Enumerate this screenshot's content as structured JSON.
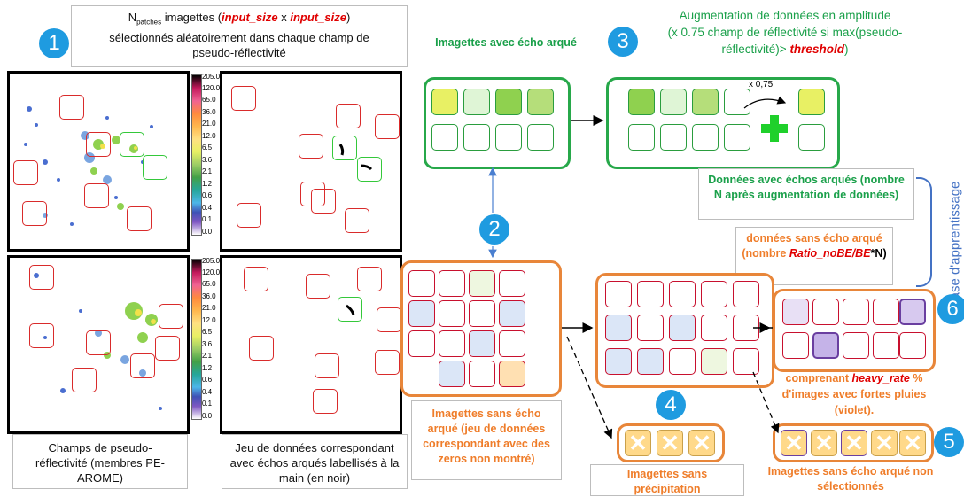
{
  "step1": {
    "number": "1",
    "text_a": "N",
    "text_sub": "patches",
    "text_b": " imagettes (",
    "input1": "input_size",
    "text_x": " x ",
    "input2": "input_size",
    "text_c": ")",
    "line2": "sélectionnés aléatoirement dans chaque champ de",
    "line3": "pseudo-réflectivité"
  },
  "step2": {
    "number": "2"
  },
  "step3": {
    "number": "3",
    "line1": "Augmentation de données en amplitude",
    "line2a": "(x 0.75 champ de réflectivité si max(pseudo-",
    "line3a": "réflectivité)> ",
    "threshold": "threshold",
    "line3b": ")"
  },
  "step4": {
    "number": "4"
  },
  "step5": {
    "number": "5"
  },
  "step6": {
    "number": "6"
  },
  "labels": {
    "bow_echo_tiles": "Imagettes avec écho arqué",
    "scale_factor": "x 0,75",
    "data_with_bow": "Données avec échos arqués (nombre N après augmentation de données)",
    "data_without_bow_a": "données sans écho arqué (nombre ",
    "ratio": "Ratio_noBE/BE",
    "data_without_bow_b": "*N)",
    "learning_base": "Base d'apprentissage",
    "heavy_a": "comprenant ",
    "heavy_rate": "heavy_rate",
    "heavy_b": " % d'images avec fortes pluies (violet).",
    "no_bow_tiles": "Imagettes sans écho arqué (jeu de données correspondant avec des zeros non montré)",
    "no_precip": "Imagettes sans précipitation",
    "not_selected": "Imagettes sans écho arqué non sélectionnés",
    "fields_caption": "Champs de pseudo-réflectivité (membres PE-AROME)",
    "dataset_caption": "Jeu de données correspondant avec échos arqués labellisés à la main (en noir)"
  },
  "colorbar_ticks": [
    "205.0",
    "120.0",
    "65.0",
    "36.0",
    "21.0",
    "12.0",
    "6.5",
    "3.6",
    "2.1",
    "1.2",
    "0.6",
    "0.4",
    "0.1",
    "0.0"
  ],
  "colorbar_colors": [
    "#000000",
    "#c2185b",
    "#f06292",
    "#ff8a3d",
    "#ffb74d",
    "#ffe082",
    "#e8f064",
    "#9ccc65",
    "#43a047",
    "#26a69a",
    "#4db6e8",
    "#3f51b5",
    "#7e57c2",
    "#b39ddb",
    "#ffffff"
  ],
  "colors": {
    "green": "#27a84a",
    "orange": "#e8863a",
    "red": "#e00000",
    "blue": "#1f9be0",
    "purple": "#6a3fa0"
  }
}
